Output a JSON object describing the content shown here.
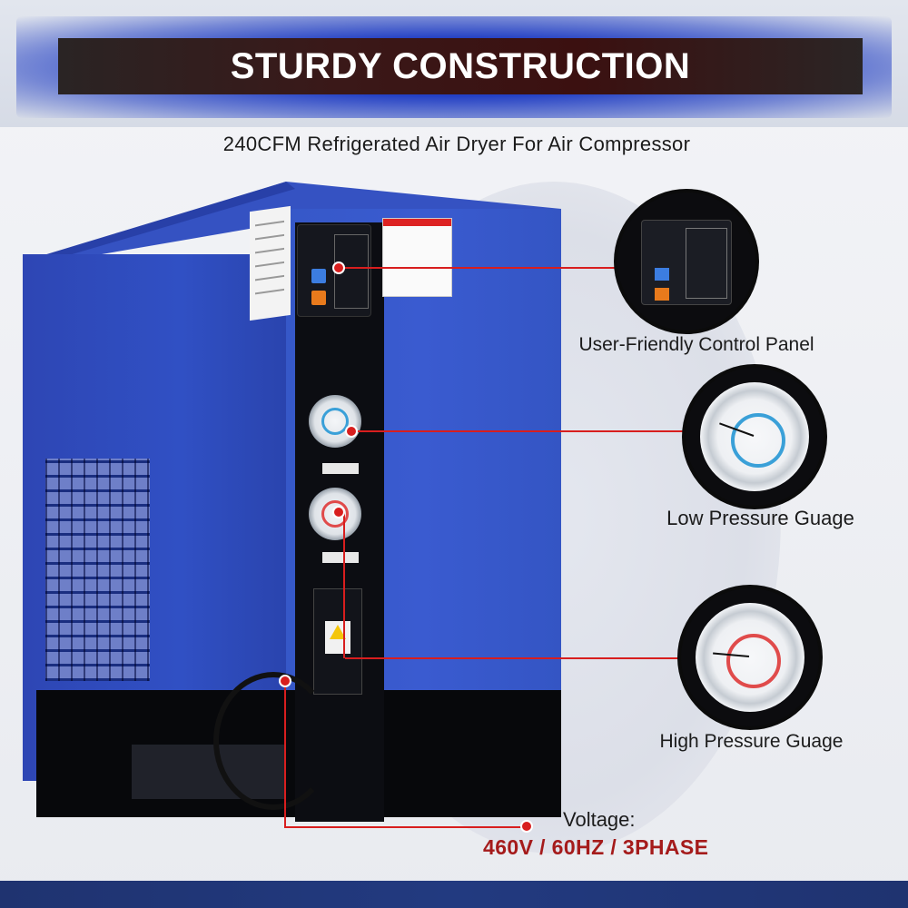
{
  "banner": {
    "title": "STURDY CONSTRUCTION"
  },
  "subtitle": "240CFM Refrigerated Air Dryer For Air Compressor",
  "callouts": {
    "control_panel": {
      "label": "User-Friendly Control Panel"
    },
    "low_pressure": {
      "label": "Low Pressure Guage"
    },
    "high_pressure": {
      "label": "High Pressure Guage"
    }
  },
  "voltage": {
    "label": "Voltage:",
    "value": "460V / 60HZ / 3PHASE"
  },
  "colors": {
    "accent_red": "#d81e1e",
    "voltage_red": "#a51b1b",
    "machine_blue": "#3658c8",
    "banner_blue": "#2340c4"
  },
  "icons": {
    "warning": "electrical-hazard-icon"
  }
}
